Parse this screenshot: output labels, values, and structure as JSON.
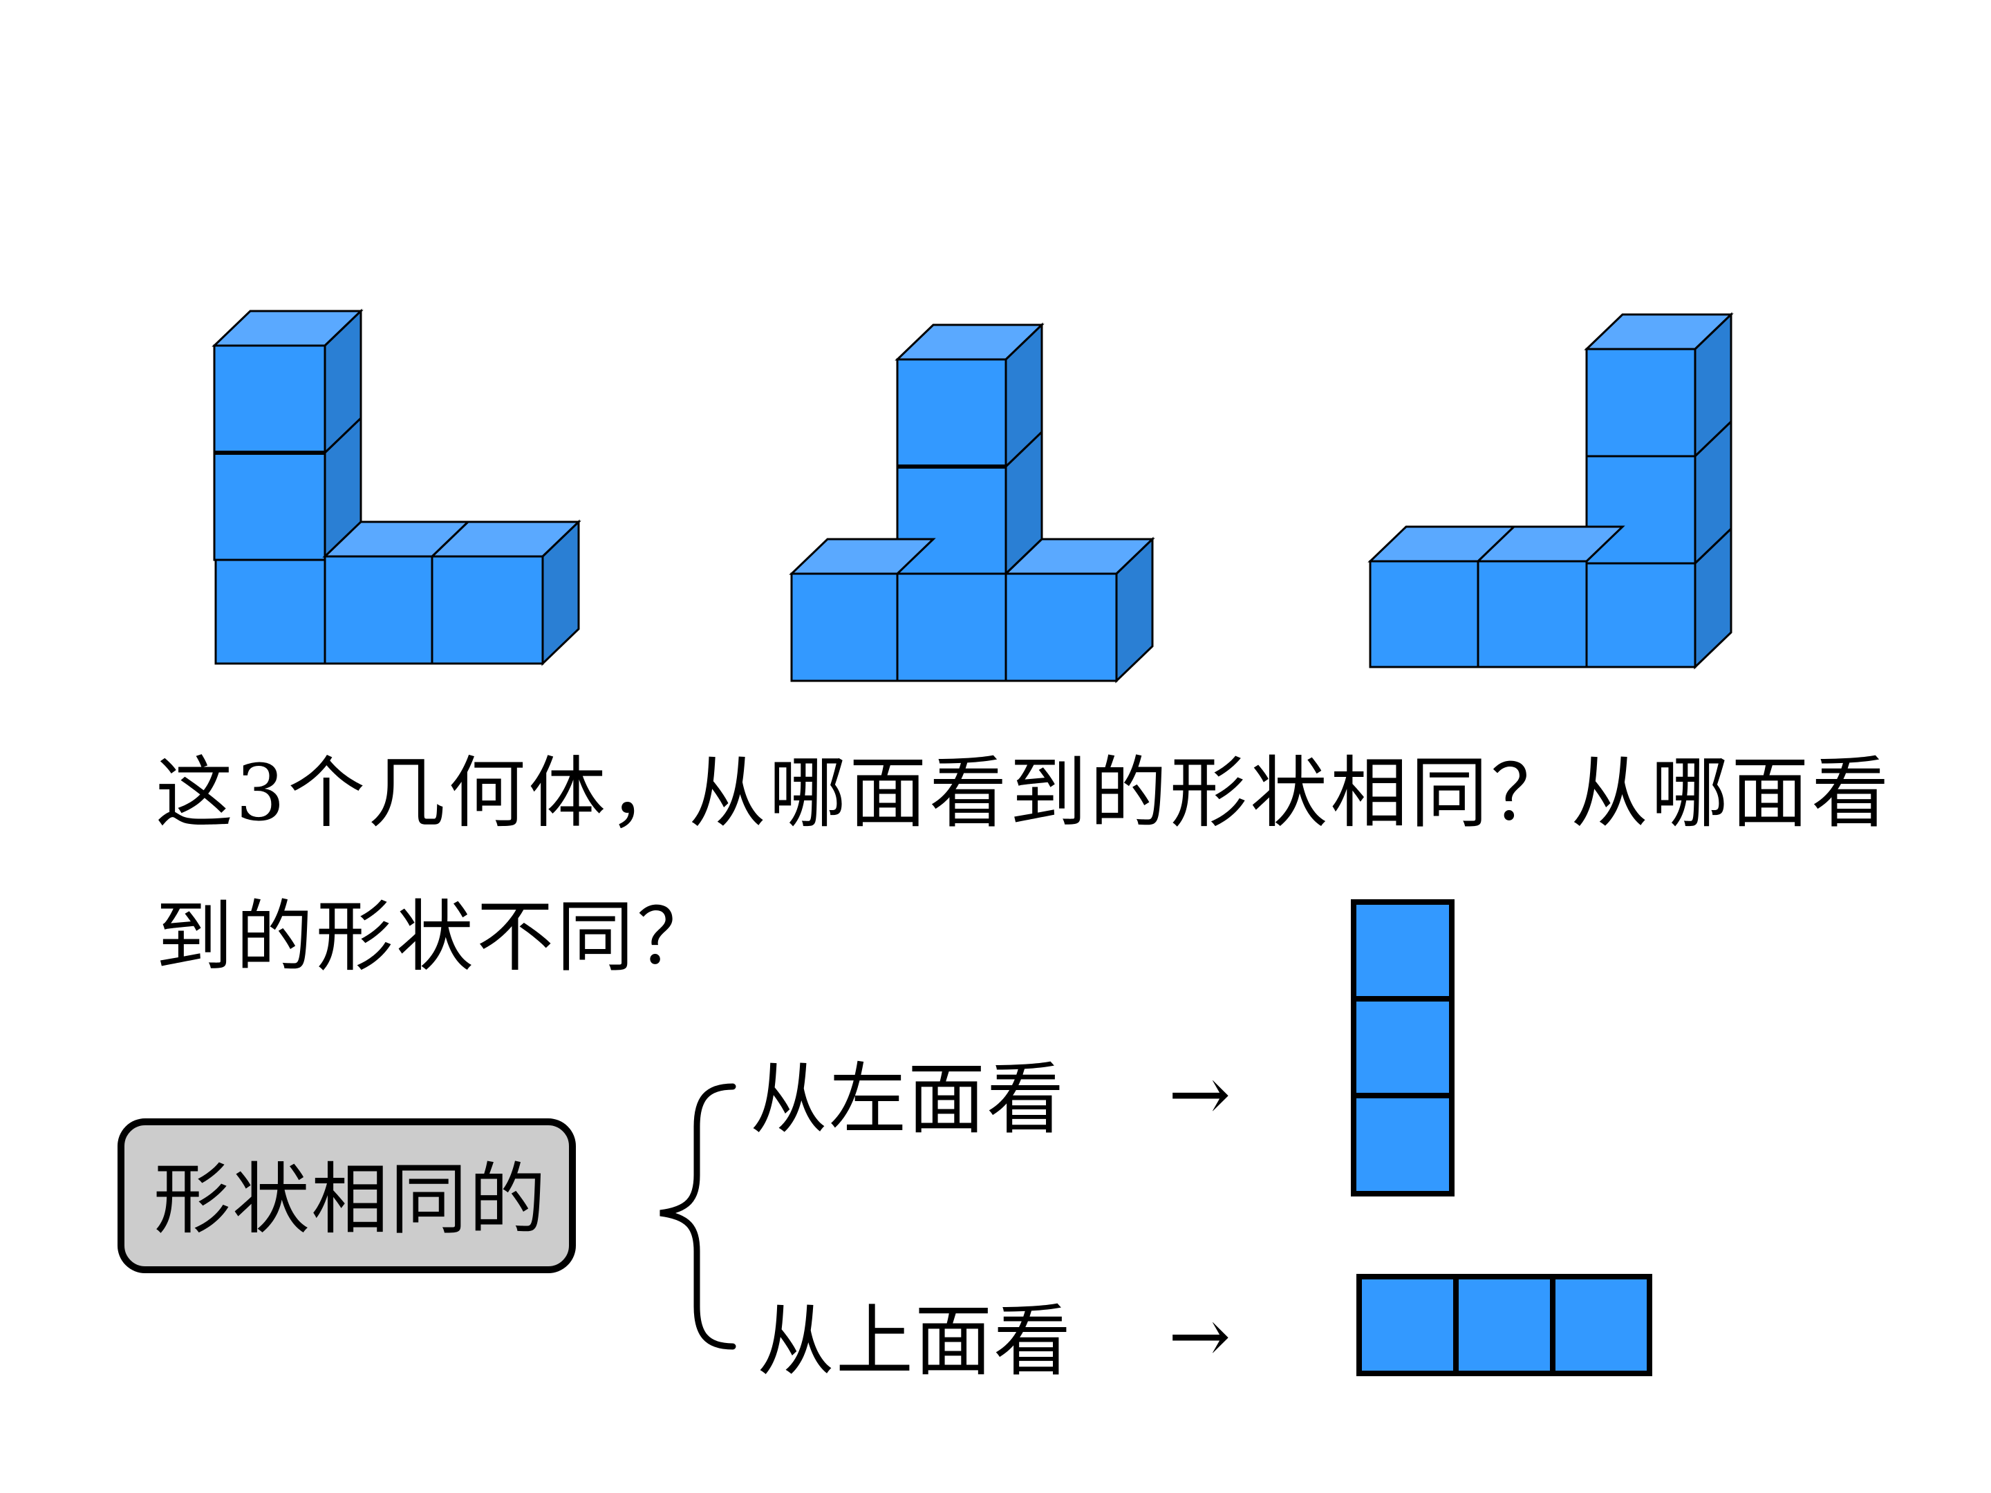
{
  "question": {
    "line1": "这3个几何体，从哪面看到的形状相同？从哪面看",
    "line2": "到的形状不同？"
  },
  "answer": {
    "label": "形状相同的",
    "left_view": {
      "label": "从左面看",
      "arrow": "→"
    },
    "top_view": {
      "label": "从上面看",
      "arrow": "→"
    }
  },
  "colors": {
    "cube_front": "#3399ff",
    "cube_top": "#5aa9ff",
    "cube_side": "#2a7fd4",
    "outline": "#000000",
    "label_box_fill": "#cccccc"
  },
  "icons": [
    "cube-solid-icon",
    "brace-icon",
    "arrow-right-icon"
  ]
}
